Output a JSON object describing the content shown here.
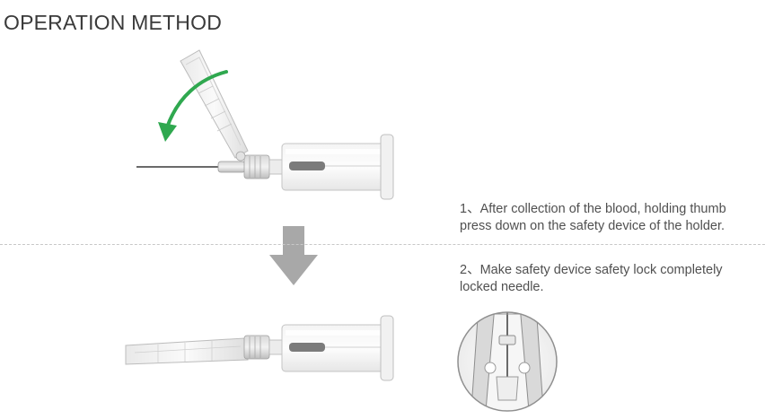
{
  "title": "OPERATION METHOD",
  "steps": [
    {
      "text": "1、After collection of the blood, holding thumb press down on the safety device of the holder."
    },
    {
      "text": "2、Make safety device safety lock completely locked needle."
    }
  ],
  "colors": {
    "rotation_arrow": "#2fa84f",
    "down_arrow": "#a8a8a8",
    "divider": "#c8c8c8"
  },
  "icons": {
    "rotation": "curved-arrow-counterclockwise",
    "transition": "arrow-down"
  }
}
